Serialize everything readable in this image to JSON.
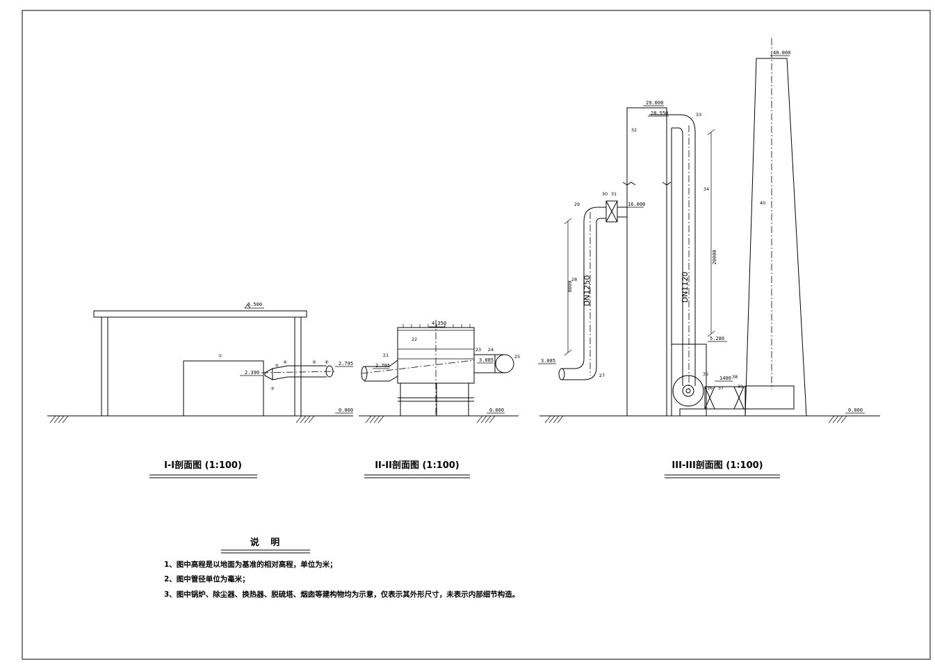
{
  "sections": {
    "s1": {
      "title": "I-I剖面图 (1:100)",
      "levels": {
        "roof": "6.500",
        "ground": "0.000",
        "pipe_in": "2.390",
        "pipe_out": "2.795"
      },
      "tags": [
        "①",
        "②",
        "③",
        "④",
        "⑤",
        "⑥"
      ]
    },
    "s2": {
      "title": "II-II剖面图 (1:100)",
      "levels": {
        "top": "4.350",
        "pipe_in": "2.795",
        "pipe_out": "3.085",
        "ground": "0.000"
      },
      "tags": [
        "21",
        "22",
        "23",
        "24",
        "25"
      ]
    },
    "s3": {
      "title": "III-III剖面图 (1:100)",
      "levels": {
        "pipe_in": "3.085",
        "elbow": "16.000",
        "tower_top": "29.000",
        "tower_out": "28.550",
        "fan": "5.280",
        "chimney": "40.000",
        "ground": "0.000"
      },
      "pipe_labels": [
        "DN1250",
        "DN1120"
      ],
      "dims": {
        "riser": "8000",
        "down": "20000",
        "fan_gap": "1400"
      },
      "tags": [
        "27",
        "28",
        "29",
        "30",
        "31",
        "32",
        "33",
        "34",
        "35",
        "36",
        "37",
        "38",
        "39",
        "40"
      ]
    }
  },
  "notes": {
    "heading": "说  明",
    "items": [
      "1、图中高程是以地面为基准的相对高程，单位为米；",
      "2、图中管径单位为毫米；",
      "3、图中锅炉、除尘器、换热器、脱硫塔、烟囱等建构物均为示意，仅表示其外形尺寸，未表示内部细节构造。"
    ]
  }
}
